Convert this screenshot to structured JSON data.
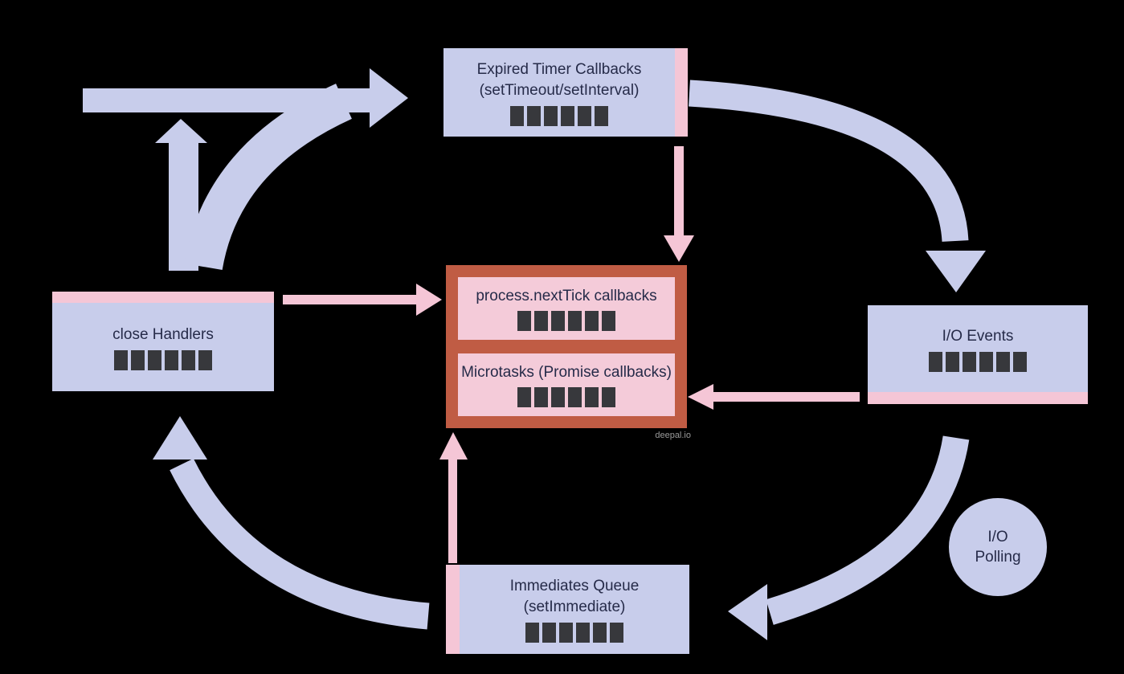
{
  "diagram": {
    "watermark": "deepal.io",
    "nodes": {
      "expired_timers": {
        "line1": "Expired Timer Callbacks",
        "line2": "(setTimeout/setInterval)",
        "queue_slots": 6
      },
      "process_next_tick": {
        "label": "process.nextTick callbacks",
        "queue_slots": 6
      },
      "microtasks": {
        "label": "Microtasks (Promise callbacks)",
        "queue_slots": 6
      },
      "close_handlers": {
        "label": "close Handlers",
        "queue_slots": 6
      },
      "io_events": {
        "label": "I/O Events",
        "queue_slots": 6
      },
      "immediates_queue": {
        "line1": "Immediates Queue",
        "line2": "(setImmediate)",
        "queue_slots": 6
      },
      "io_polling": {
        "line1": "I/O",
        "line2": "Polling"
      }
    },
    "colors": {
      "background": "#000000",
      "node_fill": "#c8cdeb",
      "accent_pink": "#f5c6d6",
      "microtask_border": "#c05c44",
      "microtask_fill": "#f4cbd9",
      "queue_slot": "#37383c",
      "text": "#262b49",
      "watermark_text": "#9a9a9a"
    }
  }
}
